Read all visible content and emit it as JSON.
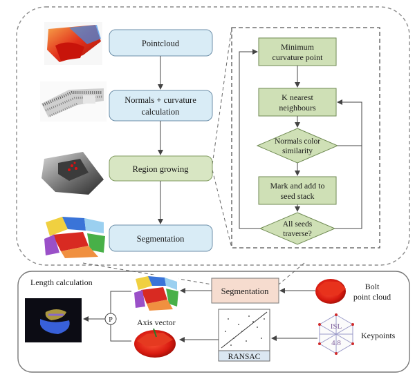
{
  "flow": {
    "pointcloud": "Pointcloud",
    "normals_1": "Normals + curvature",
    "normals_2": "calculation",
    "region_growing": "Region growing",
    "segmentation": "Segmentation"
  },
  "detail": {
    "min_curv_1": "Minimum",
    "min_curv_2": "curvature point",
    "knn_1": "K nearest",
    "knn_2": "neighbours",
    "normals_color_1": "Normals color",
    "normals_color_2": "similarity",
    "mark_add_1": "Mark and add to",
    "mark_add_2": "seed stack",
    "all_seeds_1": "All seeds",
    "all_seeds_2": "traverse?"
  },
  "bottom": {
    "length_calc": "Length calculation",
    "segmentation": "Segmentation",
    "bolt_1": "Bolt",
    "bolt_2": "point cloud",
    "axis_vector": "Axis vector",
    "keypoints": "Keypoints",
    "ransac": "RANSAC",
    "p_node": "P",
    "hex_label_top": "ISL",
    "hex_label_mid": "4.8"
  },
  "colors": {
    "blue_box": "#d9ecf6",
    "green_box": "#d8e6c3",
    "green_detail": "#cfe0b6",
    "peach_box": "#f6dccf",
    "border_dash": "#8a8a8a"
  }
}
